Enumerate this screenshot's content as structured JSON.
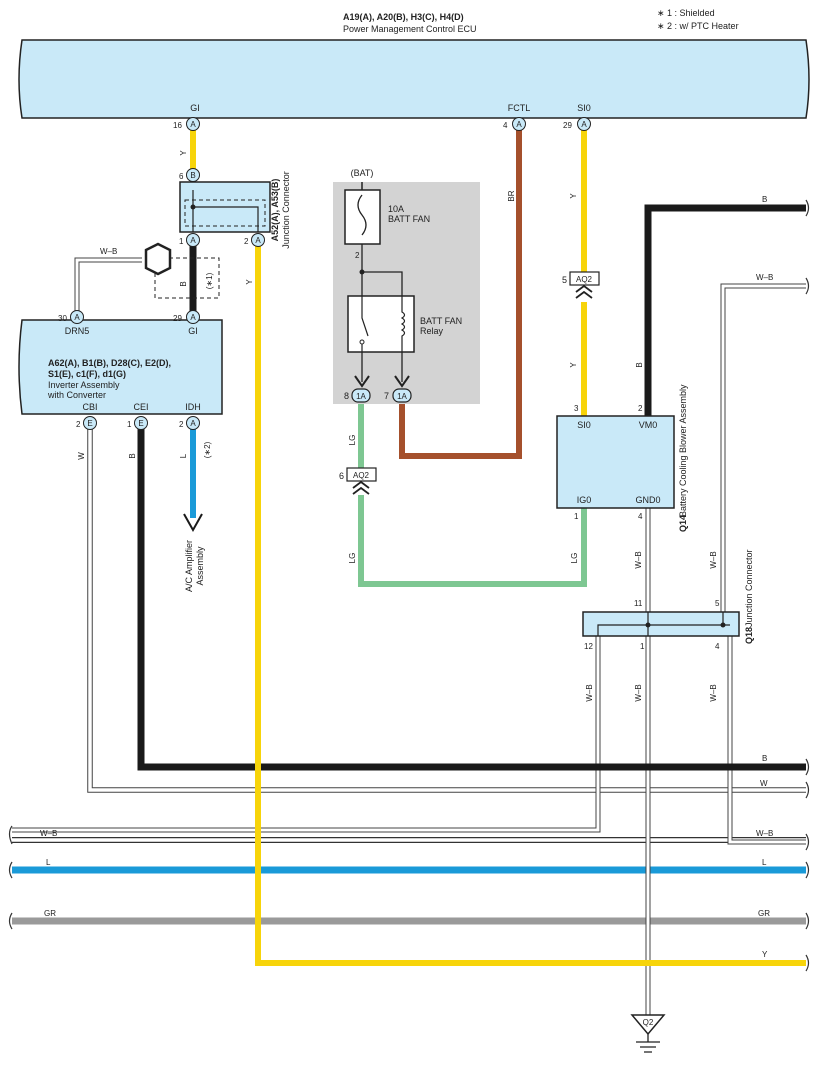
{
  "notes": [
    "∗ 1 : Shielded",
    "∗ 2 : w/ PTC Heater"
  ],
  "ecu": {
    "codes": "A19(A), A20(B), H3(C), H4(D)",
    "name": "Power Management Control ECU",
    "pins": {
      "gi": "GI",
      "fctl": "FCTL",
      "si0": "SI0"
    },
    "pin_nums": {
      "gi": "16",
      "fctl": "4",
      "si0": "29"
    }
  },
  "jconn_top": {
    "codes": "A52(A), A53(B)",
    "name": "Junction Connector",
    "pins": {
      "p6": "6",
      "p1": "1",
      "p2": "2"
    },
    "letters": {
      "b": "B",
      "a": "A"
    }
  },
  "inverter": {
    "codes_line1": "A62(A), B1(B), D28(C), E2(D),",
    "codes_line2": "S1(E), c1(F), d1(G)",
    "name_line1": "Inverter Assembly",
    "name_line2": "with Converter",
    "top_pins": {
      "drn5": "DRN5",
      "gi": "GI"
    },
    "top_nums": {
      "drn5": "30",
      "gi": "29"
    },
    "bottom_pins": {
      "cbi": "CBI",
      "cei": "CEI",
      "idh": "IDH"
    },
    "bottom_nums": {
      "cbi": "2",
      "cei": "1",
      "idh": "2"
    },
    "letters": {
      "a": "A",
      "e": "E"
    }
  },
  "ac_amp": {
    "line1": "A/C Amplifier",
    "line2": "Assembly"
  },
  "relay_block": {
    "bat": "(BAT)",
    "fuse_amp": "10A",
    "fuse_name": "BATT FAN",
    "pin2": "2",
    "relay_line1": "BATT FAN",
    "relay_line2": "Relay",
    "pin8": "8",
    "pin7": "7",
    "conn": "1A"
  },
  "aq2": {
    "label": "AQ2",
    "pin_top": "5",
    "pin_bottom": "6"
  },
  "blower": {
    "code": "Q14",
    "name": "Battery Cooling Blower Assembly",
    "pins": {
      "si0": "SI0",
      "vm0": "VM0",
      "ig0": "IG0",
      "gnd0": "GND0"
    },
    "nums": {
      "si0": "3",
      "vm0": "2",
      "ig0": "1",
      "gnd0": "4"
    }
  },
  "jconn_q18": {
    "code": "Q18",
    "name": "Junction Connector",
    "pins": {
      "p11": "11",
      "p5": "5",
      "p12": "12",
      "p1": "1",
      "p4": "4"
    }
  },
  "ground": "Q2",
  "shield_note": "(∗1)",
  "ptc_note": "(∗2)",
  "wire_colors": {
    "y": "Y",
    "br": "BR",
    "b": "B",
    "lg": "LG",
    "w": "W",
    "l": "L",
    "wb": "W–B",
    "gr": "GR"
  },
  "colors": {
    "yellow": "#f7d40a",
    "black": "#1a1a1a",
    "brown": "#a5502c",
    "green": "#7ec792",
    "blue": "#1a9ad8",
    "gray": "#9a9a9a",
    "light_blue": "#c9e9f8",
    "relay_bg": "#d3d3d3"
  }
}
